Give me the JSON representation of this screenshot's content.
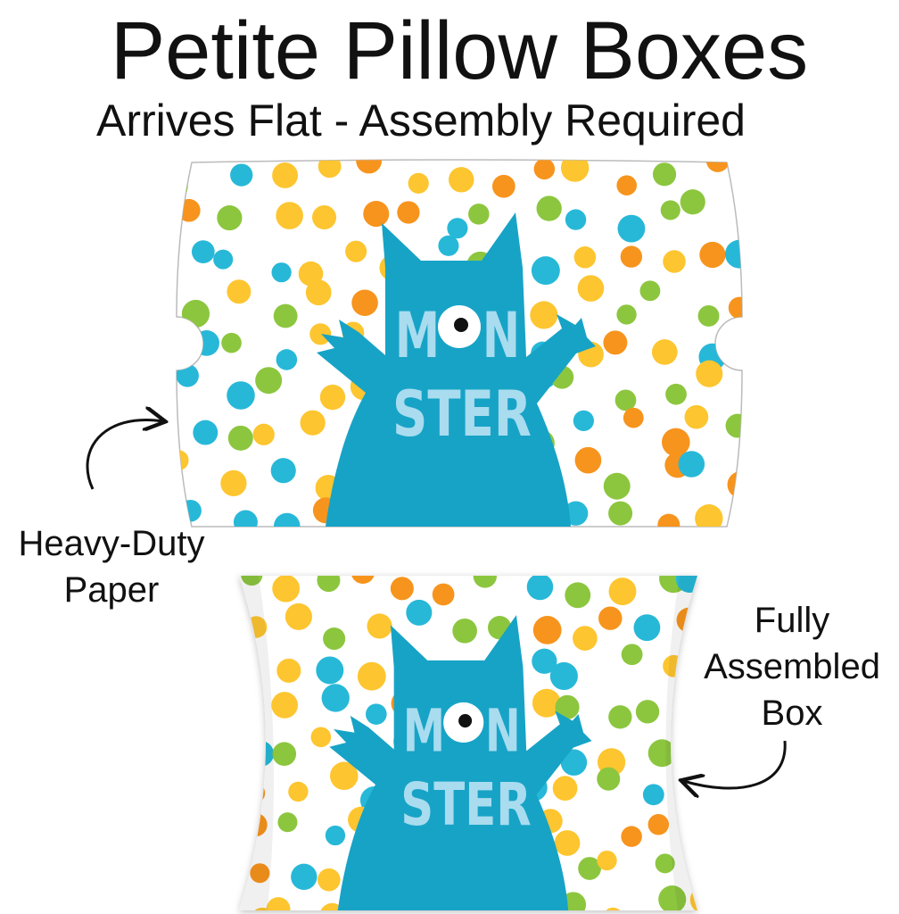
{
  "header": {
    "title": "Petite Pillow Boxes",
    "subtitle": "Arrives Flat - Assembly Required"
  },
  "callouts": {
    "paper_line1": "Heavy-Duty",
    "paper_line2": "Paper",
    "assembled_line1": "Fully",
    "assembled_line2": "Assembled",
    "assembled_line3": "Box"
  },
  "artwork": {
    "line1_left": "M",
    "line1_right": "N",
    "line2": "STER"
  },
  "colors": {
    "monster": "#17a3c6",
    "lettering": "#a9dcef",
    "dots": [
      "#8cc63f",
      "#f7941d",
      "#fdc52f",
      "#27b8d8"
    ]
  }
}
